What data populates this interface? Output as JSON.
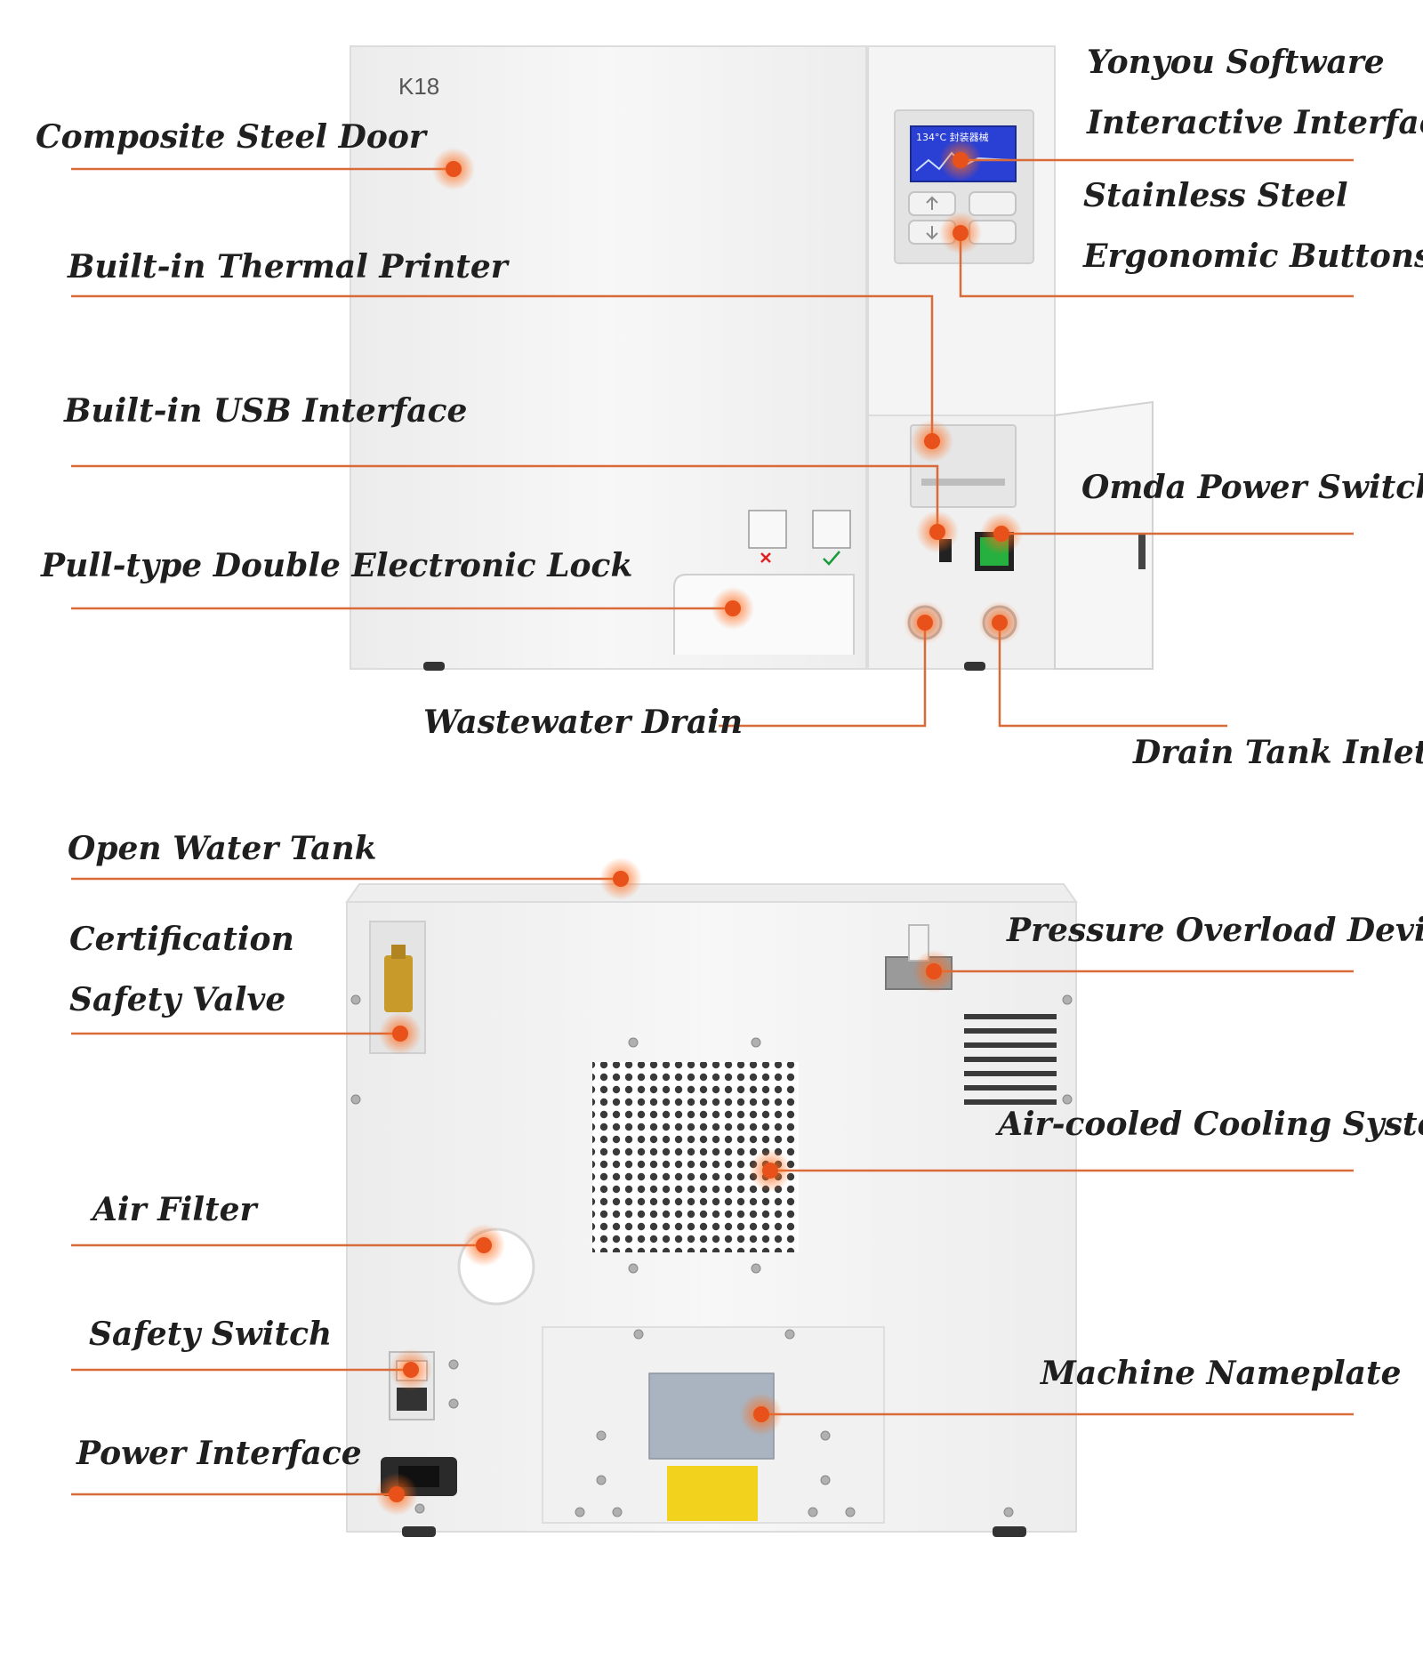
{
  "colors": {
    "accent": "#e8511a",
    "callout_line": "#d96a3a",
    "label_text": "#1f1f1f",
    "unit_body": "#f3f3f3",
    "display": "#2a3fd4",
    "power_switch": "#26b03f",
    "warning_label": "#f2d21c"
  },
  "front_view": {
    "model_badge": "K18",
    "display_text": "134°C 封装器械",
    "labels": {
      "composite_steel_door": "Composite Steel Door",
      "software_line1": "Yonyou Software",
      "software_line2": "Interactive Interface",
      "buttons_line1": "Stainless Steel",
      "buttons_line2": "Ergonomic Buttons",
      "thermal_printer": "Built-in Thermal Printer",
      "usb_interface": "Built-in USB Interface",
      "power_switch": "Omda Power Switch",
      "electronic_lock": "Pull-type Double Electronic Lock",
      "wastewater_drain": "Wastewater Drain",
      "drain_tank_inlet": "Drain Tank Inlet"
    }
  },
  "rear_view": {
    "labels": {
      "open_water_tank": "Open Water Tank",
      "valve_line1": "Certification",
      "valve_line2": "Safety Valve",
      "pressure_overload": "Pressure Overload Device",
      "air_cooled": "Air-cooled Cooling System",
      "air_filter": "Air Filter",
      "safety_switch": "Safety Switch",
      "machine_nameplate": "Machine Nameplate",
      "power_interface": "Power Interface"
    }
  }
}
